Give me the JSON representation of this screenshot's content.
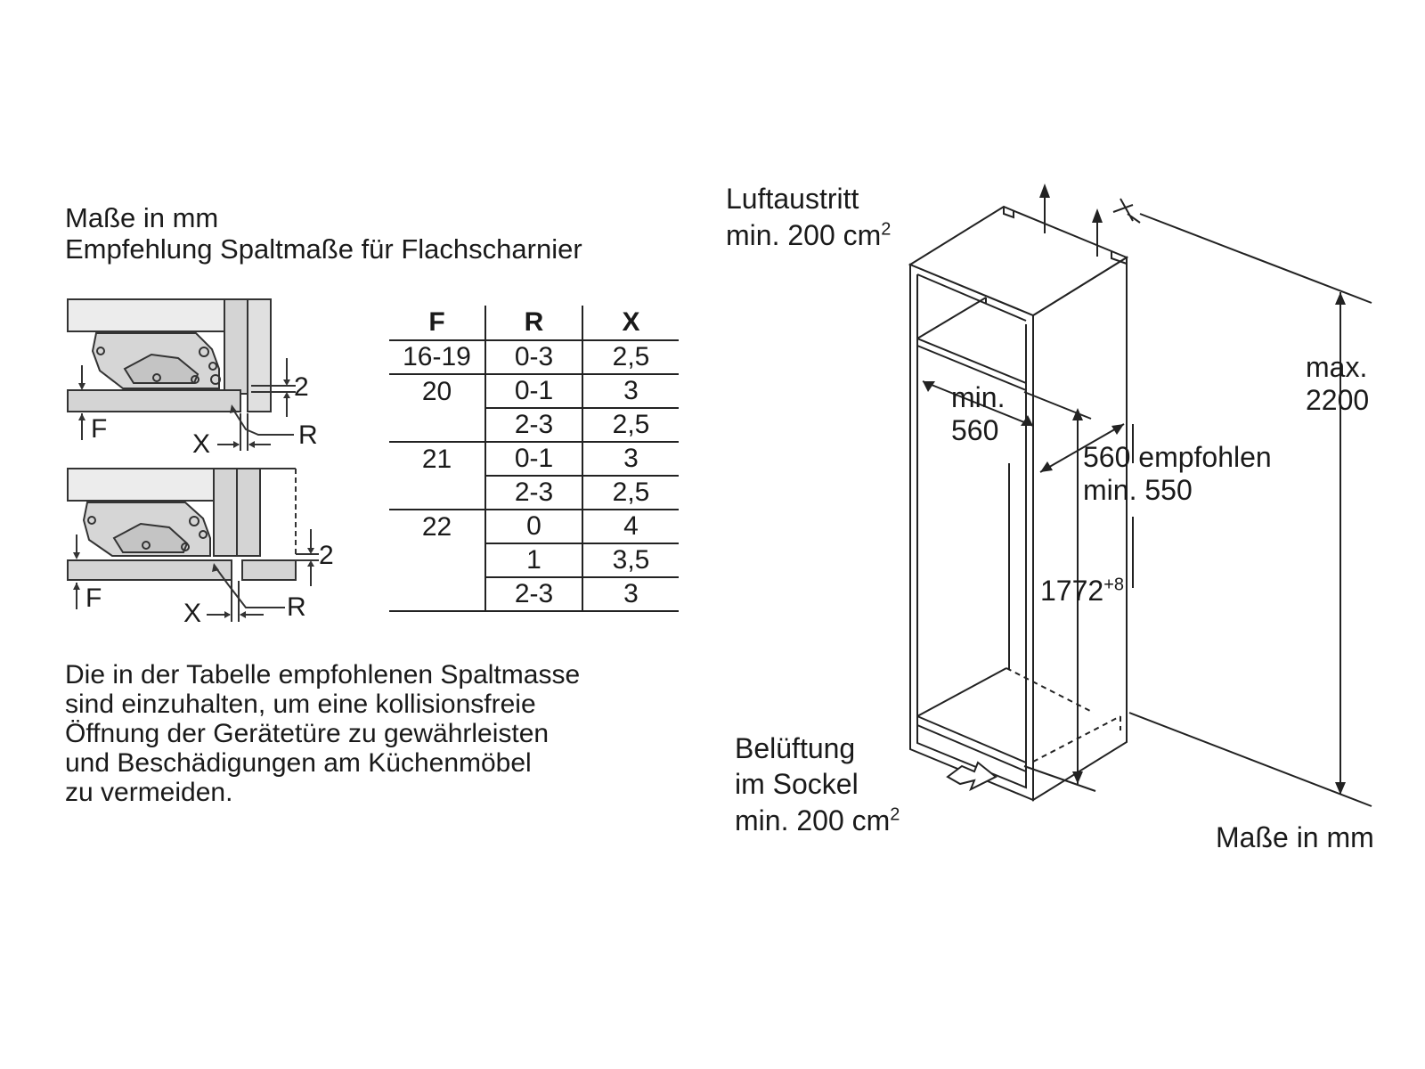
{
  "header": {
    "units": "Maße in mm",
    "subtitle": "Empfehlung Spaltmaße für Flachscharnier"
  },
  "hinge_top": {
    "gap": "2",
    "f": "F",
    "x": "X",
    "r": "R"
  },
  "hinge_bottom": {
    "gap": "2",
    "f": "F",
    "x": "X",
    "r": "R"
  },
  "table": {
    "headers": [
      "F",
      "R",
      "X"
    ],
    "rows": [
      [
        "16-19",
        "0-3",
        "2,5"
      ],
      [
        "20",
        "0-1",
        "3"
      ],
      [
        "",
        "2-3",
        "2,5"
      ],
      [
        "21",
        "0-1",
        "3"
      ],
      [
        "",
        "2-3",
        "2,5"
      ],
      [
        "22",
        "0",
        "4"
      ],
      [
        "",
        "1",
        "3,5"
      ],
      [
        "",
        "2-3",
        "3"
      ]
    ]
  },
  "note": [
    "Die in der Tabelle empfohlenen Spaltmasse",
    "sind einzuhalten, um eine kollisionsfreie",
    "Öffnung der Gerätetüre zu gewährleisten",
    "und Beschädigungen am Küchenmöbel",
    "zu vermeiden."
  ],
  "niche": {
    "air_out_line1": "Luftaustritt",
    "air_out_line2": "min. 200 cm",
    "air_out_sup": "2",
    "width_line1": "min.",
    "width_line2": "560",
    "depth_line1": "560 empfohlen",
    "depth_line2": "min. 550",
    "max_line1": "max.",
    "max_line2": "2200",
    "height_value": "1772",
    "height_sup": "+8",
    "vent_line1": "Belüftung",
    "vent_line2": "im Sockel",
    "vent_line3": "min. 200 cm",
    "vent_sup": "2",
    "units": "Maße in mm"
  }
}
